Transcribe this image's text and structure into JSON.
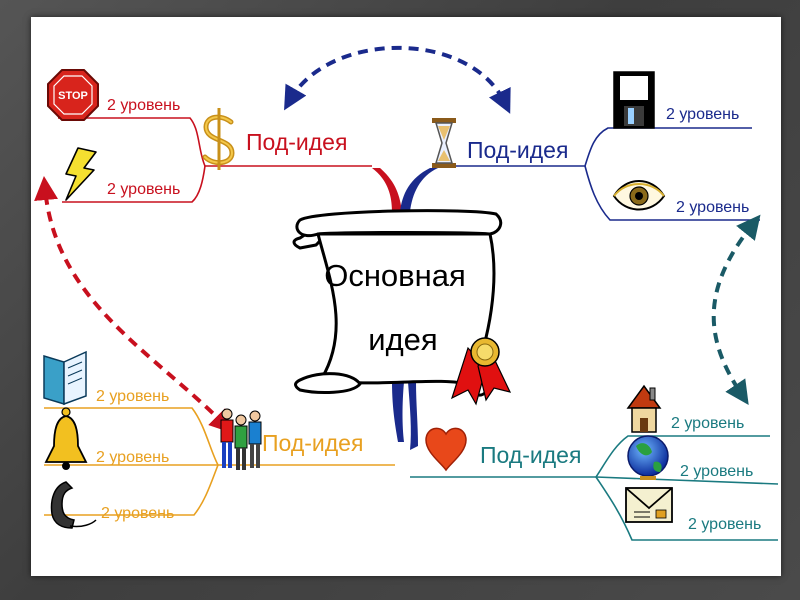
{
  "center": {
    "line1": "Основная",
    "line2": "идея"
  },
  "branches": {
    "top_left": {
      "label": "Под-идея",
      "icon": "dollar-icon",
      "color": "#c8101e",
      "items": [
        {
          "label": "2 уровень",
          "icon": "stop-sign-icon"
        },
        {
          "label": "2 уровень",
          "icon": "lightning-icon"
        }
      ]
    },
    "top_right": {
      "label": "Под-идея",
      "icon": "hourglass-icon",
      "color": "#1a2a8c",
      "items": [
        {
          "label": "2 уровень",
          "icon": "floppy-disk-icon"
        },
        {
          "label": "2 уровень",
          "icon": "eye-icon"
        }
      ]
    },
    "bottom_left": {
      "label": "Под-идея",
      "icon": "people-icon",
      "color": "#e8a020",
      "items": [
        {
          "label": "2 уровень",
          "icon": "book-icon"
        },
        {
          "label": "2 уровень",
          "icon": "bell-icon"
        },
        {
          "label": "2 уровень",
          "icon": "telephone-icon"
        }
      ]
    },
    "bottom_right": {
      "label": "Под-идея",
      "icon": "heart-icon",
      "color": "#1a7a80",
      "items": [
        {
          "label": "2 уровень",
          "icon": "house-icon"
        },
        {
          "label": "2 уровень",
          "icon": "globe-icon"
        },
        {
          "label": "2 уровень",
          "icon": "envelope-icon"
        }
      ]
    }
  },
  "stop_text": "STOP",
  "arrow_colors": {
    "top": "#1a2a8c",
    "left": "#c8101e",
    "right": "#1a5a66"
  }
}
